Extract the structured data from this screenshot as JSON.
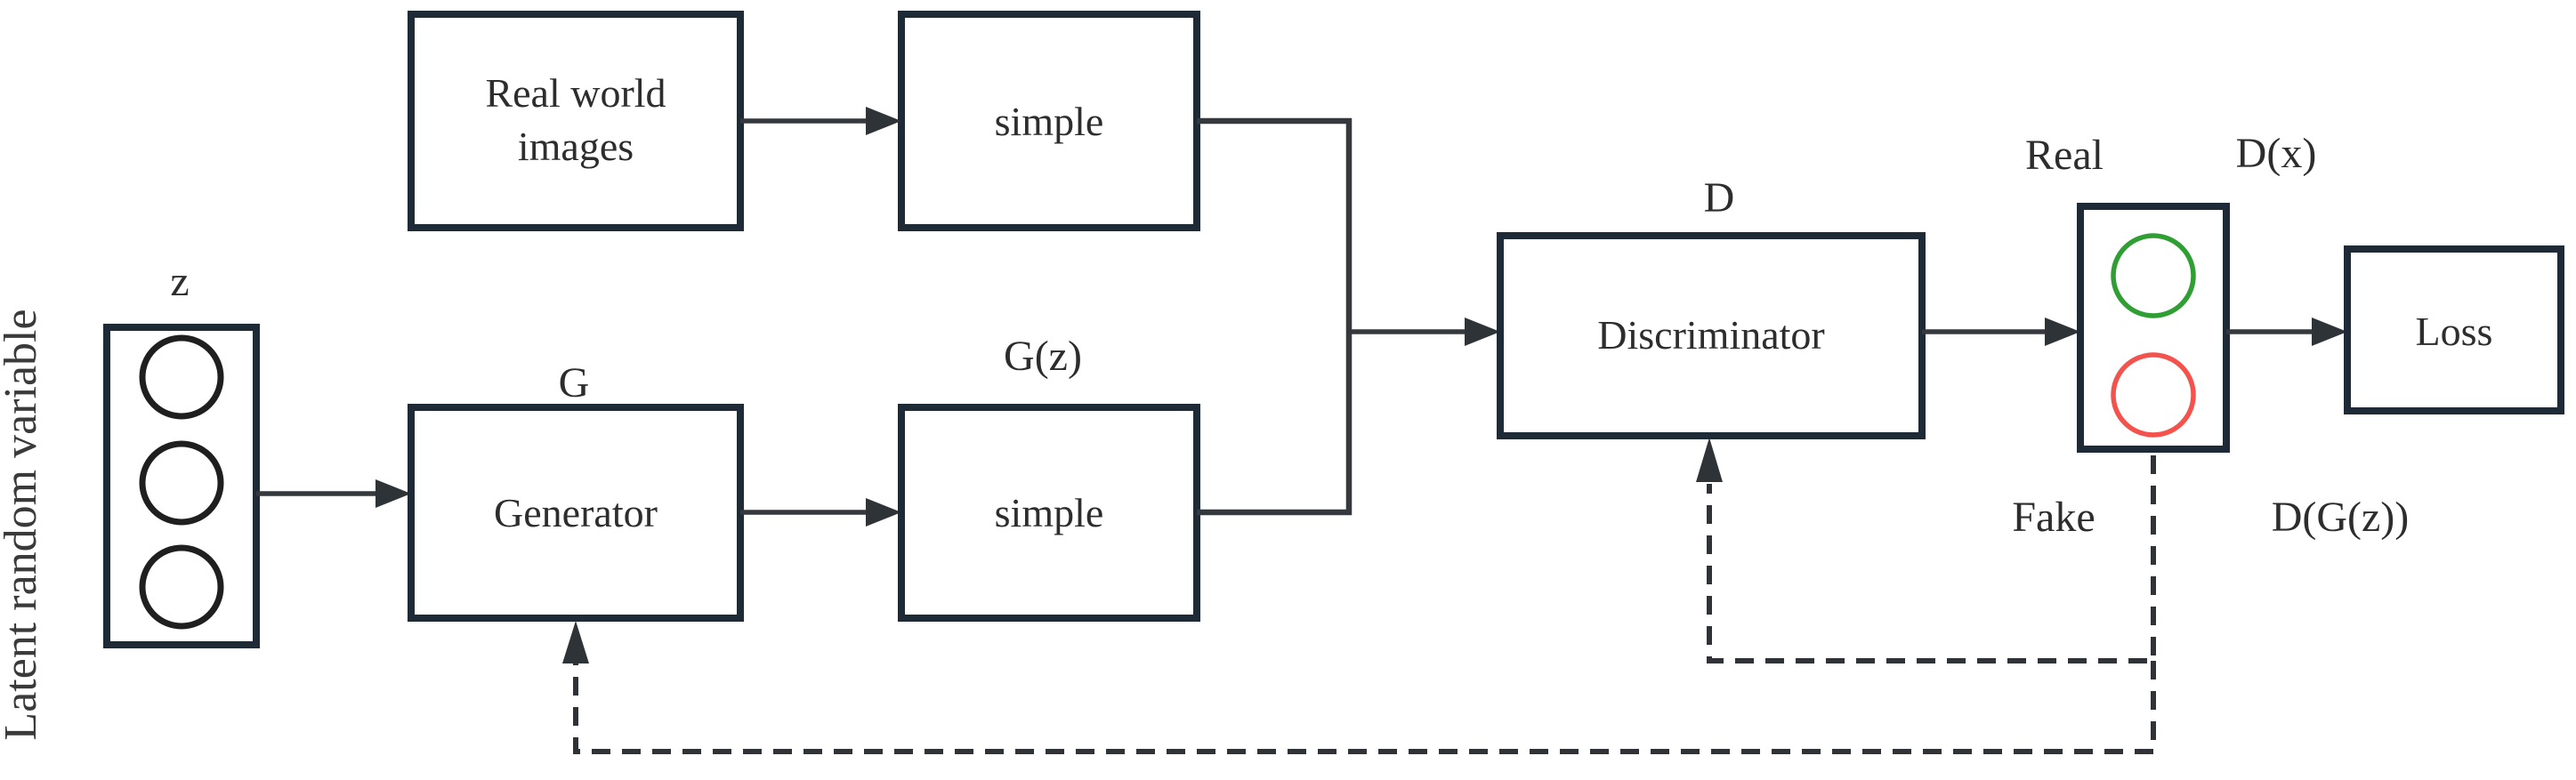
{
  "colors": {
    "background": "#ffffff",
    "box_border": "#1e2b36",
    "connector": "#35393e",
    "text": "#2d2d2d",
    "real_circle_green": "#2f9e33",
    "fake_circle_red": "#f4524d",
    "latent_circle": "#1f1f1f"
  },
  "labels": {
    "latent_axis": "Latent random variable",
    "z": "z",
    "real_world": "Real world images",
    "real_world_line1": "Real world",
    "real_world_line2": "images",
    "simple_top": "simple",
    "g_tag": "G",
    "generator": "Generator",
    "g_of_z_tag": "G(z)",
    "simple_bottom": "simple",
    "d_tag": "D",
    "discriminator": "Discriminator",
    "real": "Real",
    "d_of_x": "D(x)",
    "fake": "Fake",
    "d_of_g_of_z": "D(G(z))",
    "loss": "Loss"
  },
  "nodes": [
    {
      "id": "latent_z",
      "label": "z",
      "contains": "3 unfilled circles"
    },
    {
      "id": "real_world_images",
      "label": "Real world images"
    },
    {
      "id": "simple_top",
      "label": "simple"
    },
    {
      "id": "generator",
      "label": "Generator",
      "tag": "G"
    },
    {
      "id": "simple_bottom",
      "label": "simple",
      "tag": "G(z)"
    },
    {
      "id": "discriminator",
      "label": "Discriminator",
      "tag": "D"
    },
    {
      "id": "output",
      "top_circle": "green (Real / D(x))",
      "bottom_circle": "red (Fake / D(G(z)))"
    },
    {
      "id": "loss",
      "label": "Loss"
    }
  ],
  "edges": [
    {
      "from": "real_world_images",
      "to": "simple_top",
      "style": "solid-arrow"
    },
    {
      "from": "latent_z",
      "to": "generator",
      "style": "solid-arrow"
    },
    {
      "from": "generator",
      "to": "simple_bottom",
      "style": "solid-arrow"
    },
    {
      "from": "simple_top",
      "to": "discriminator",
      "style": "solid-arrow-merged"
    },
    {
      "from": "simple_bottom",
      "to": "discriminator",
      "style": "solid-arrow-merged"
    },
    {
      "from": "discriminator",
      "to": "output",
      "style": "solid-arrow"
    },
    {
      "from": "output",
      "to": "loss",
      "style": "solid-arrow"
    },
    {
      "from": "output",
      "to": "discriminator",
      "style": "dashed-feedback-arrow"
    },
    {
      "from": "output",
      "to": "generator",
      "style": "dashed-feedback-arrow"
    }
  ]
}
